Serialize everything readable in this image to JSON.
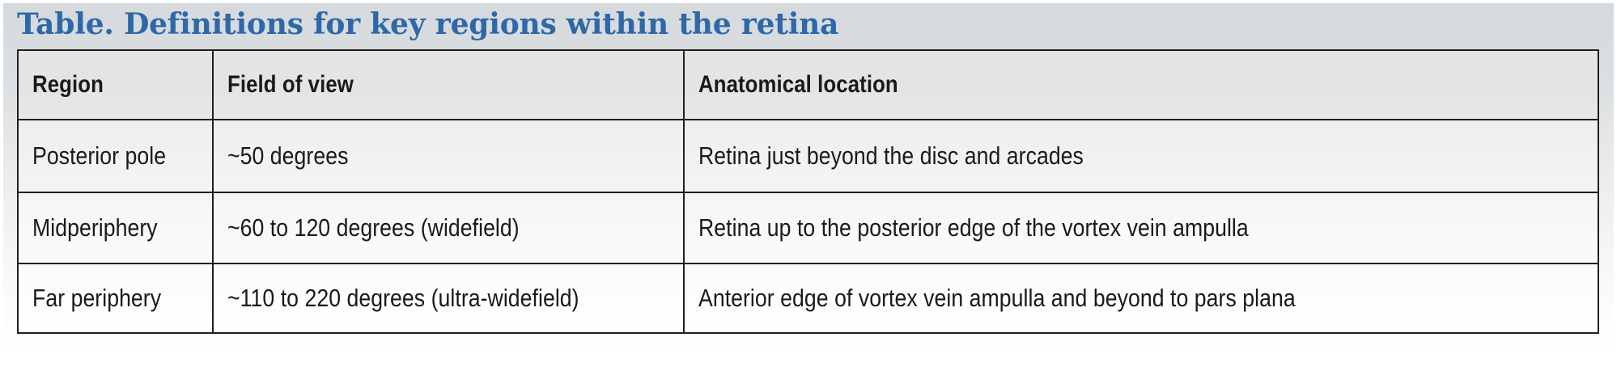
{
  "title": "Table. Definitions for key regions within the retina",
  "colors": {
    "title_blue": "#2d68a8",
    "border": "#231f20",
    "header_fill": "#e2e4e6",
    "text": "#1a1a1a",
    "backdrop_top": "#d6d9dc",
    "backdrop_bottom": "#ffffff"
  },
  "table": {
    "columns": [
      "Region",
      "Field of view",
      "Anatomical location"
    ],
    "rows": [
      {
        "region": "Posterior pole",
        "field_of_view": "~50 degrees",
        "anatomical_location": "Retina just beyond the disc and arcades"
      },
      {
        "region": "Midperiphery",
        "field_of_view": "~60 to 120 degrees (widefield)",
        "anatomical_location": "Retina up to the posterior edge of the vortex vein ampulla"
      },
      {
        "region": "Far periphery",
        "field_of_view": "~110 to 220 degrees (ultra-widefield)",
        "anatomical_location": "Anterior edge of vortex vein ampulla and beyond to pars plana"
      }
    ]
  }
}
